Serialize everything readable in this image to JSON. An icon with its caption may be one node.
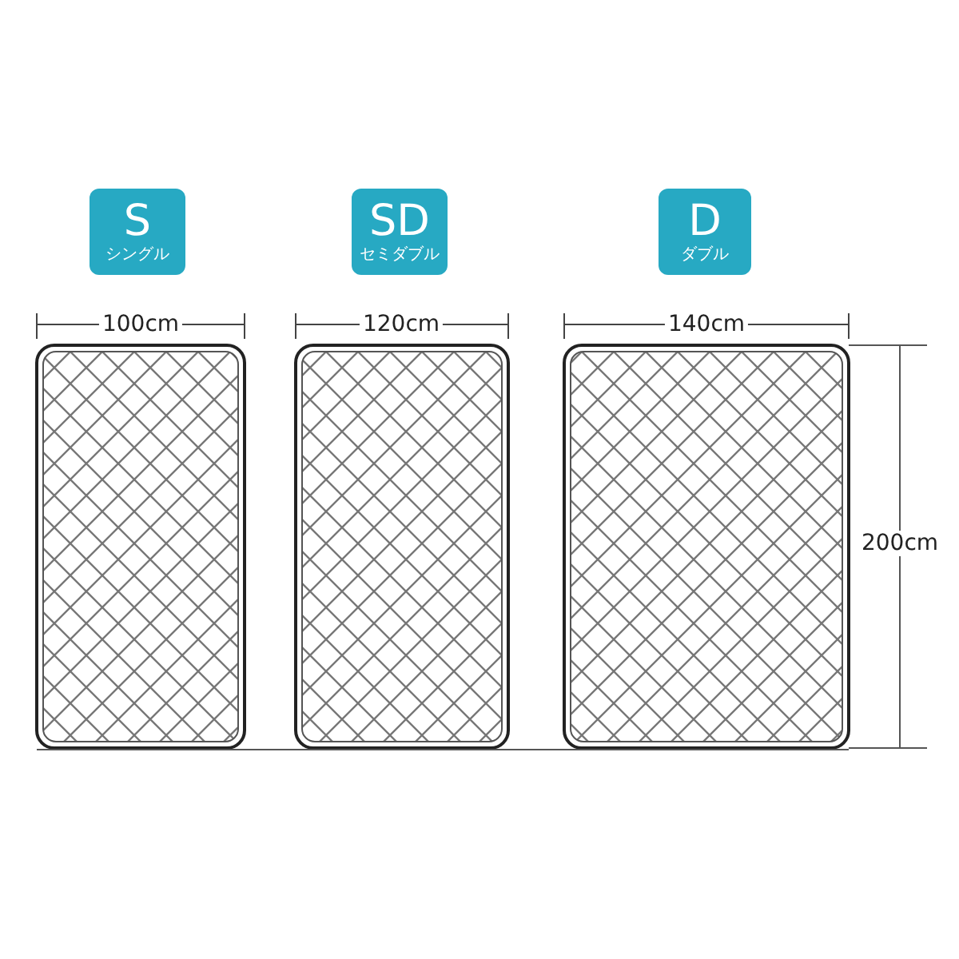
{
  "diagram": {
    "nodes": [
      {
        "text": [
          "S",
          "シングル"
        ]
      },
      {
        "text": [
          "SD",
          "セミダブル"
        ]
      },
      {
        "text": [
          "D",
          "ダブル"
        ]
      }
    ],
    "labels": [
      "100cm",
      "120cm",
      "140cm",
      "200cm"
    ]
  }
}
